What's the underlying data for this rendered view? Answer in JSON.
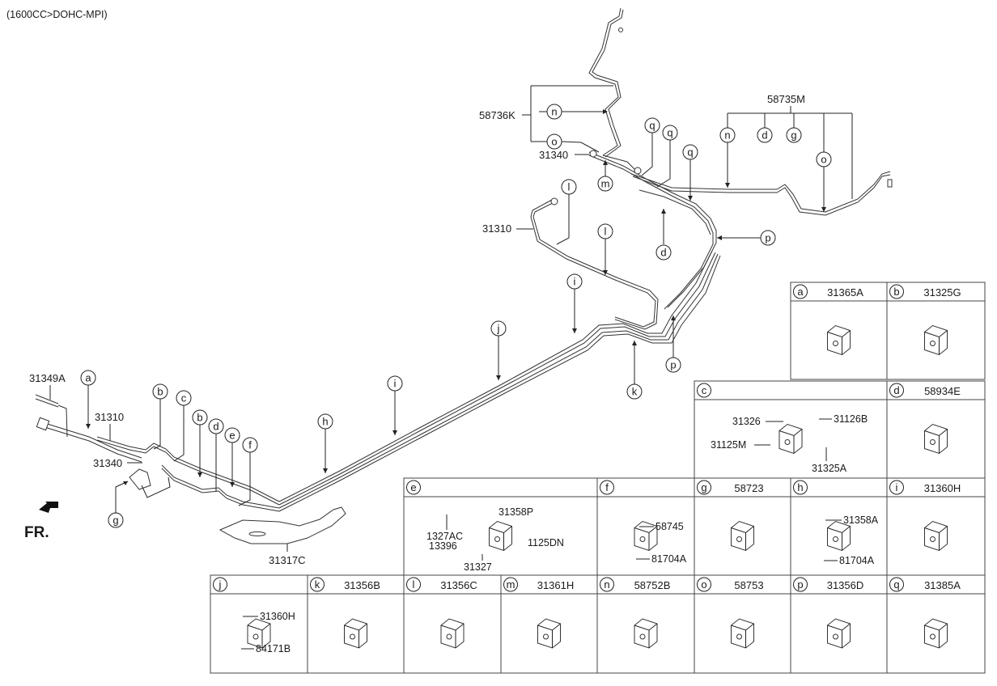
{
  "diagram": {
    "title": "(1600CC>DOHC-MPI)",
    "direction_label": "FR.",
    "direction_icon": "front-arrow-icon",
    "main_labels": {
      "p58736K": "58736K",
      "p58735M": "58735M",
      "p31340_top": "31340",
      "p31310_top": "31310",
      "p31349A": "31349A",
      "p31310_left": "31310",
      "p31340_left": "31340",
      "p31317C": "31317C"
    },
    "callouts": {
      "n_top": "n",
      "o_top": "o",
      "m": "m",
      "q1": "q",
      "q2": "q",
      "q3": "q",
      "n_right": "n",
      "d_right": "d",
      "g_right": "g",
      "o_right": "o",
      "l1": "l",
      "l2": "l",
      "d_mid": "d",
      "p1": "p",
      "p2": "p",
      "i_top": "i",
      "j": "j",
      "k": "k",
      "i_mid": "i",
      "h": "h",
      "a": "a",
      "b1": "b",
      "c": "c",
      "b2": "b",
      "d_left": "d",
      "e": "e",
      "f": "f",
      "g_left": "g"
    }
  },
  "parts_table": [
    {
      "letter": "a",
      "part_no": "31365A",
      "sub_parts": []
    },
    {
      "letter": "b",
      "part_no": "31325G",
      "sub_parts": []
    },
    {
      "letter": "c",
      "part_no": "",
      "sub_parts": [
        "31326",
        "31126B",
        "31125M",
        "31325A"
      ]
    },
    {
      "letter": "d",
      "part_no": "58934E",
      "sub_parts": []
    },
    {
      "letter": "e",
      "part_no": "",
      "sub_parts": [
        "31358P",
        "1327AC",
        "13396",
        "1125DN",
        "31327"
      ]
    },
    {
      "letter": "f",
      "part_no": "",
      "sub_parts": [
        "58745",
        "81704A"
      ]
    },
    {
      "letter": "g",
      "part_no": "58723",
      "sub_parts": []
    },
    {
      "letter": "h",
      "part_no": "",
      "sub_parts": [
        "31358A",
        "81704A"
      ]
    },
    {
      "letter": "i",
      "part_no": "31360H",
      "sub_parts": []
    },
    {
      "letter": "j",
      "part_no": "",
      "sub_parts": [
        "31360H",
        "84171B"
      ]
    },
    {
      "letter": "k",
      "part_no": "31356B",
      "sub_parts": []
    },
    {
      "letter": "l",
      "part_no": "31356C",
      "sub_parts": []
    },
    {
      "letter": "m",
      "part_no": "31361H",
      "sub_parts": []
    },
    {
      "letter": "n",
      "part_no": "58752B",
      "sub_parts": []
    },
    {
      "letter": "o",
      "part_no": "58753",
      "sub_parts": []
    },
    {
      "letter": "p",
      "part_no": "31356D",
      "sub_parts": []
    },
    {
      "letter": "q",
      "part_no": "31385A",
      "sub_parts": []
    }
  ]
}
